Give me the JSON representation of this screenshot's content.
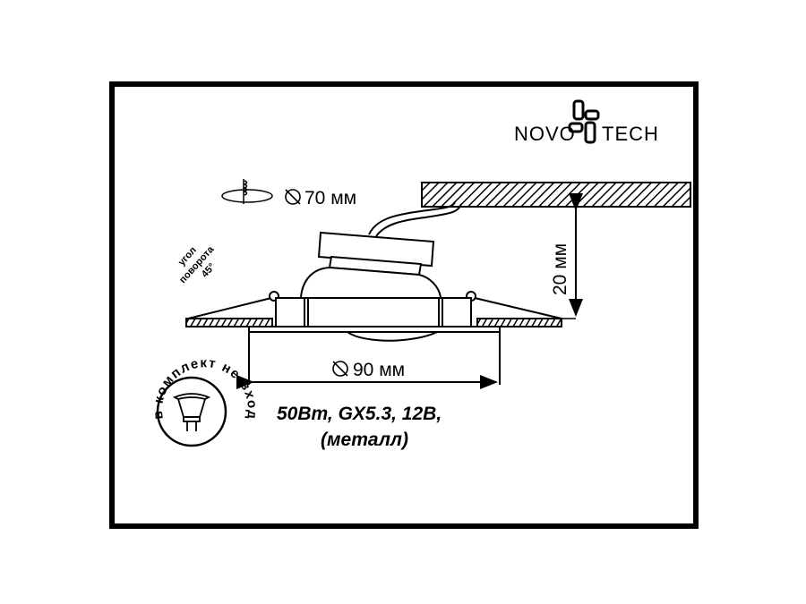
{
  "brand": {
    "left": "NOVO",
    "right": "TECH"
  },
  "dimensions": {
    "cutout_diameter": "70 мм",
    "outer_diameter": "90 мм",
    "recess_depth": "20 мм"
  },
  "rotation": {
    "line1": "угол",
    "line2": "поворота",
    "line3": "45°"
  },
  "lamp_notice": "в комплект не входит",
  "specs": {
    "line1": "50Вт, GX5.3, 12В,",
    "line2": "(металл)"
  },
  "colors": {
    "line": "#000000",
    "background": "#ffffff"
  }
}
